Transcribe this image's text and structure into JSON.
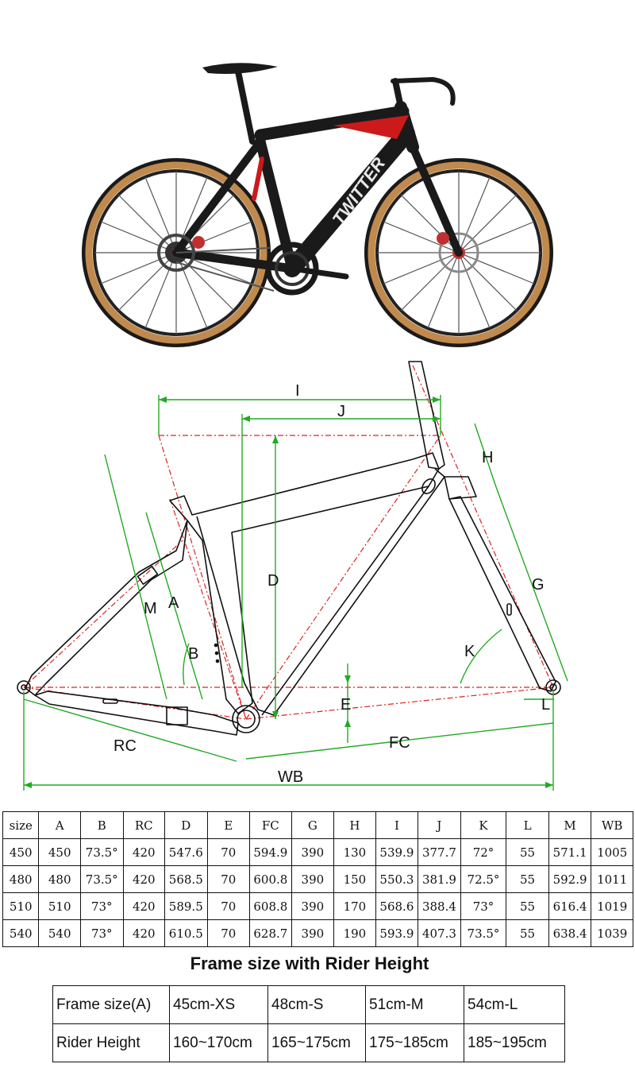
{
  "brand": {
    "logo_text": "TWITTER"
  },
  "diagram": {
    "labels": [
      "I",
      "J",
      "H",
      "D",
      "G",
      "M",
      "A",
      "B",
      "K",
      "E",
      "L",
      "RC",
      "FC",
      "WB"
    ],
    "colors": {
      "dimension": "#22aa22",
      "centerline": "#dd2222",
      "frame": "#111111"
    }
  },
  "geometry_table": {
    "headers": [
      "size",
      "A",
      "B",
      "RC",
      "D",
      "E",
      "FC",
      "G",
      "H",
      "I",
      "J",
      "K",
      "L",
      "M",
      "WB"
    ],
    "rows": [
      [
        "450",
        "450",
        "73.5°",
        "420",
        "547.6",
        "70",
        "594.9",
        "390",
        "130",
        "539.9",
        "377.7",
        "72°",
        "55",
        "571.1",
        "1005"
      ],
      [
        "480",
        "480",
        "73.5°",
        "420",
        "568.5",
        "70",
        "600.8",
        "390",
        "150",
        "550.3",
        "381.9",
        "72.5°",
        "55",
        "592.9",
        "1011"
      ],
      [
        "510",
        "510",
        "73°",
        "420",
        "589.5",
        "70",
        "608.8",
        "390",
        "170",
        "568.6",
        "388.4",
        "73°",
        "55",
        "616.4",
        "1019"
      ],
      [
        "540",
        "540",
        "73°",
        "420",
        "610.5",
        "70",
        "628.7",
        "390",
        "190",
        "593.9",
        "407.3",
        "73.5°",
        "55",
        "638.4",
        "1039"
      ]
    ]
  },
  "rider_section": {
    "title": "Frame size with Rider Height",
    "rows": [
      [
        "Frame size(A)",
        "45cm-XS",
        "48cm-S",
        "51cm-M",
        "54cm-L"
      ],
      [
        "Rider Height",
        "160~170cm",
        "165~175cm",
        "175~185cm",
        "185~195cm"
      ]
    ]
  }
}
